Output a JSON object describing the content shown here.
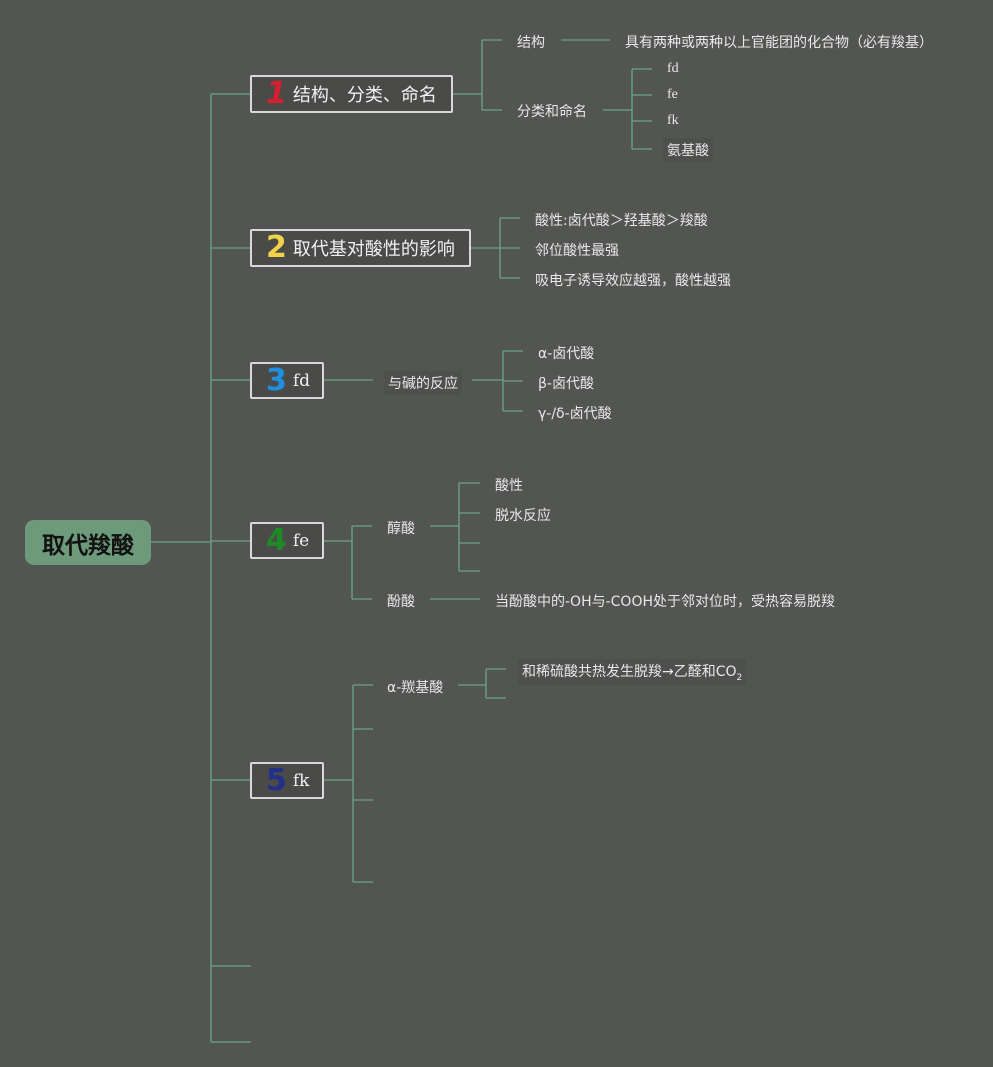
{
  "root": {
    "label": "取代羧酸"
  },
  "colors": {
    "background": "#535552",
    "connector": "#6aa58c",
    "root_fill": "#6e9a7c",
    "num1": "#d81f2d",
    "num2": "#f2d24a",
    "num3": "#1f8fe0",
    "num4": "#1e8a25",
    "num5": "#22308a"
  },
  "topics": [
    {
      "num": "1",
      "label": "结构、分类、命名"
    },
    {
      "num": "2",
      "label": "取代基对酸性的影响"
    },
    {
      "num": "3",
      "label": "fd"
    },
    {
      "num": "4",
      "label": "fe"
    },
    {
      "num": "5",
      "label": "fk"
    }
  ],
  "t1": {
    "structure": "结构",
    "structure_detail": "具有两种或两种以上官能团的化合物（必有羧基）",
    "classification": "分类和命名",
    "classes": [
      "fd",
      "fe",
      "fk",
      "氨基酸"
    ]
  },
  "t2": {
    "items": [
      "酸性:卤代酸＞羟基酸＞羧酸",
      "邻位酸性最强",
      "吸电子诱导效应越强，酸性越强"
    ]
  },
  "t3": {
    "reaction": "与碱的反应",
    "items": [
      "α-卤代酸",
      "β-卤代酸",
      "γ-/δ-卤代酸"
    ]
  },
  "t4": {
    "alcohol_acid": "醇酸",
    "alcohol_items": [
      "酸性",
      "脱水反应"
    ],
    "phenol_acid": "酚酸",
    "phenol_detail": "当酚酸中的-OH与-COOH处于邻对位时，受热容易脱羧"
  },
  "t5": {
    "alpha": "α-羰基酸",
    "alpha_detail": "和稀硫酸共热发生脱羧→乙醛和CO",
    "sub": "2"
  }
}
